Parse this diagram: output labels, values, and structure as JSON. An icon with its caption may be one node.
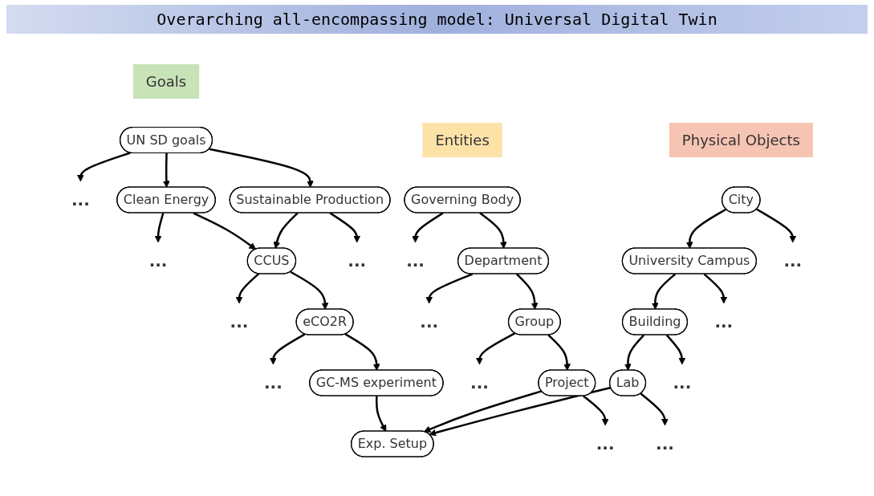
{
  "diagram": {
    "title": "Overarching all-encompassing model: Universal Digital Twin",
    "nodes": [
      {
        "text": [
          "Goals"
        ]
      },
      {
        "text": [
          "Entities"
        ]
      },
      {
        "text": [
          "Physical Objects"
        ]
      },
      {
        "text": [
          "UN SD goals"
        ]
      },
      {
        "text": [
          "..."
        ]
      },
      {
        "text": [
          "Clean Energy"
        ]
      },
      {
        "text": [
          "Sustainable Production"
        ]
      },
      {
        "text": [
          "..."
        ]
      },
      {
        "text": [
          "CCUS"
        ]
      },
      {
        "text": [
          "..."
        ]
      },
      {
        "text": [
          "..."
        ]
      },
      {
        "text": [
          "eCO2R"
        ]
      },
      {
        "text": [
          "..."
        ]
      },
      {
        "text": [
          "GC-MS experiment"
        ]
      },
      {
        "text": [
          "Governing Body"
        ]
      },
      {
        "text": [
          "..."
        ]
      },
      {
        "text": [
          "Department"
        ]
      },
      {
        "text": [
          "..."
        ]
      },
      {
        "text": [
          "Group"
        ]
      },
      {
        "text": [
          "..."
        ]
      },
      {
        "text": [
          "Project"
        ]
      },
      {
        "text": [
          "..."
        ]
      },
      {
        "text": [
          "Exp. Setup"
        ]
      },
      {
        "text": [
          "City"
        ]
      },
      {
        "text": [
          "University Campus"
        ]
      },
      {
        "text": [
          "..."
        ]
      },
      {
        "text": [
          "Building"
        ]
      },
      {
        "text": [
          "..."
        ]
      },
      {
        "text": [
          "Lab"
        ]
      },
      {
        "text": [
          "..."
        ]
      },
      {
        "text": [
          "..."
        ]
      }
    ],
    "edges": [
      {
        "from": 3,
        "to": 4,
        "arrow": "to"
      },
      {
        "from": 3,
        "to": 5,
        "arrow": "to"
      },
      {
        "from": 3,
        "to": 6,
        "arrow": "to"
      },
      {
        "from": 5,
        "to": 7,
        "arrow": "to"
      },
      {
        "from": 5,
        "to": 8,
        "arrow": "to"
      },
      {
        "from": 6,
        "to": 8,
        "arrow": "to"
      },
      {
        "from": 6,
        "to": 9,
        "arrow": "to"
      },
      {
        "from": 8,
        "to": 10,
        "arrow": "to"
      },
      {
        "from": 8,
        "to": 11,
        "arrow": "to"
      },
      {
        "from": 11,
        "to": 12,
        "arrow": "to"
      },
      {
        "from": 11,
        "to": 13,
        "arrow": "to"
      },
      {
        "from": 13,
        "to": 22,
        "arrow": "to"
      },
      {
        "from": 14,
        "to": 15,
        "arrow": "to"
      },
      {
        "from": 14,
        "to": 16,
        "arrow": "to"
      },
      {
        "from": 16,
        "to": 17,
        "arrow": "to"
      },
      {
        "from": 16,
        "to": 18,
        "arrow": "to"
      },
      {
        "from": 18,
        "to": 19,
        "arrow": "to"
      },
      {
        "from": 18,
        "to": 20,
        "arrow": "to"
      },
      {
        "from": 20,
        "to": 21,
        "arrow": "to"
      },
      {
        "from": 20,
        "to": 22,
        "arrow": "to"
      },
      {
        "from": 23,
        "to": 24,
        "arrow": "to"
      },
      {
        "from": 23,
        "to": 25,
        "arrow": "to"
      },
      {
        "from": 24,
        "to": 26,
        "arrow": "to"
      },
      {
        "from": 24,
        "to": 27,
        "arrow": "to"
      },
      {
        "from": 26,
        "to": 28,
        "arrow": "to"
      },
      {
        "from": 26,
        "to": 29,
        "arrow": "to"
      },
      {
        "from": 28,
        "to": 22,
        "arrow": "to"
      },
      {
        "from": 28,
        "to": 30,
        "arrow": "to"
      }
    ]
  }
}
